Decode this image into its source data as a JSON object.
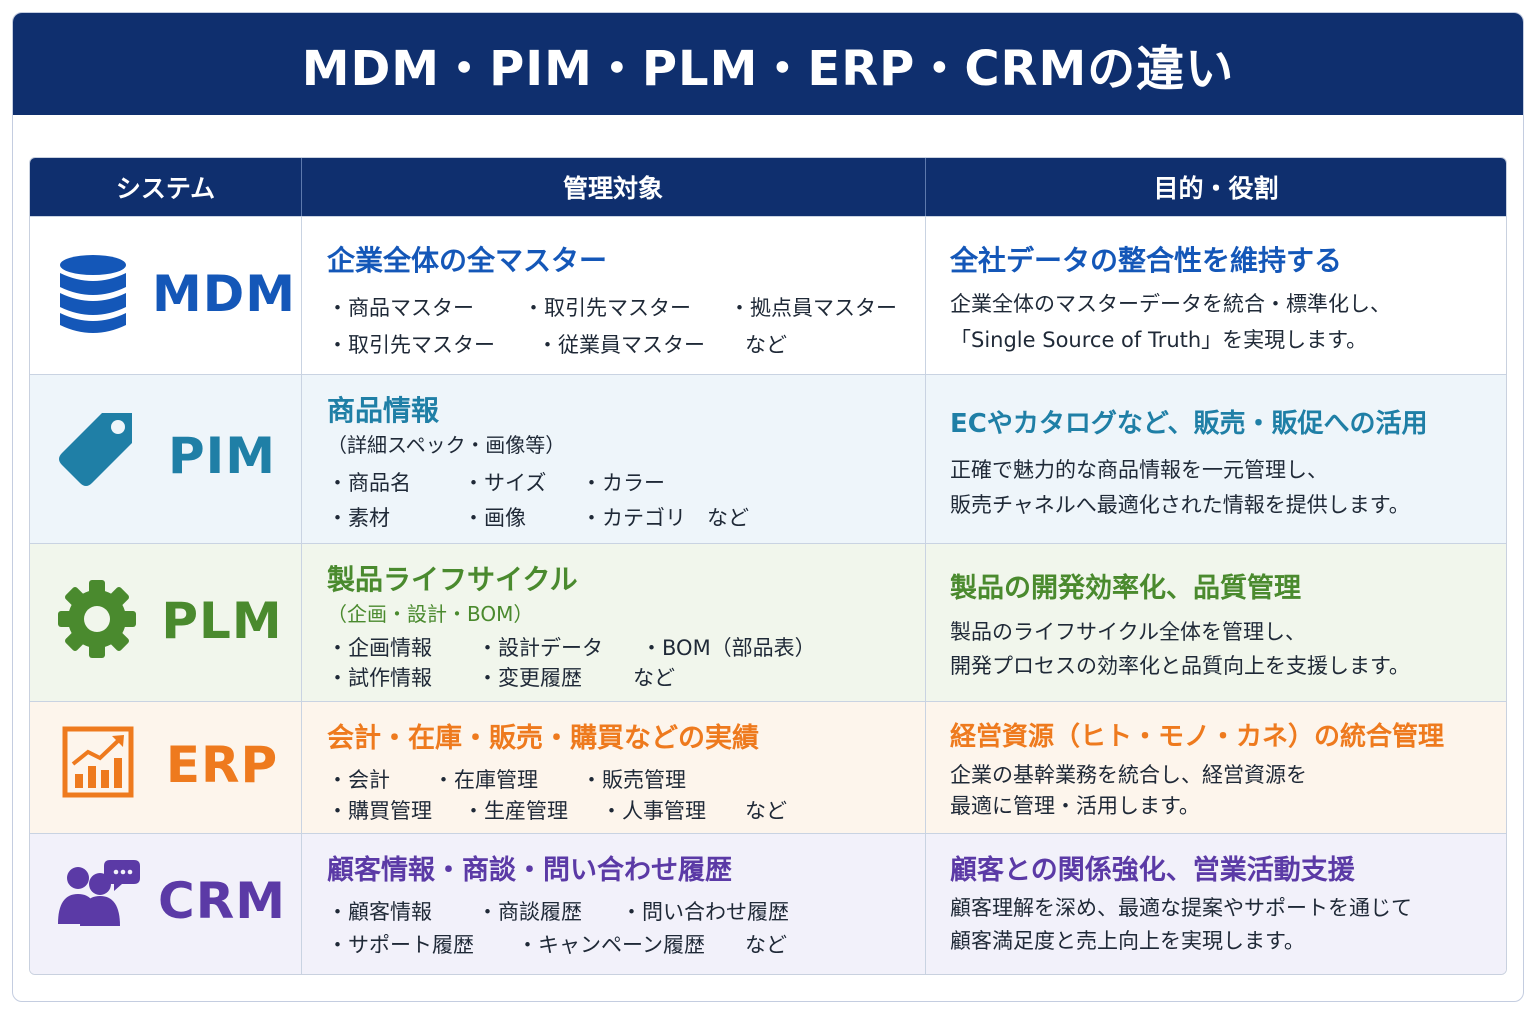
{
  "title": "MDM・PIM・PLM・ERP・CRMの違い",
  "headers": {
    "system": "システム",
    "target": "管理対象",
    "purpose": "目的・役割"
  },
  "colors": {
    "navy": "#0f2f6e",
    "mdm": "#1457b8",
    "pim": "#1f7fa6",
    "plm": "#4a8a2e",
    "erp": "#ee7a1e",
    "crm": "#5b3aa6"
  },
  "rows": {
    "mdm": {
      "icon": "database-icon",
      "name": "MDM",
      "target_title": "企業全体の全マスター",
      "items": [
        "・商品マスター",
        "・取引先マスター",
        "・拠点員マスター",
        "・取引先マスター",
        "・従業員マスター",
        "など"
      ],
      "purpose_title": "全社データの整合性を維持する",
      "purpose_lines": [
        "企業全体のマスターデータを統合・標準化し、",
        "「Single Source of Truth」を実現します。"
      ]
    },
    "pim": {
      "icon": "price-tag-icon",
      "name": "PIM",
      "target_title": "商品情報",
      "target_sub": "（詳細スペック・画像等）",
      "items": [
        "・商品名",
        "・サイズ",
        "・カラー",
        "・素材",
        "・画像",
        "・カテゴリ　など"
      ],
      "purpose_title": "ECやカタログなど、販売・販促への活用",
      "purpose_lines": [
        "正確で魅力的な商品情報を一元管理し、",
        "販売チャネルへ最適化された情報を提供します。"
      ]
    },
    "plm": {
      "icon": "gear-icon",
      "name": "PLM",
      "target_title": "製品ライフサイクル",
      "target_sub": "（企画・設計・BOM）",
      "items": [
        "・企画情報",
        "・設計データ",
        "・BOM（部品表）",
        "・試作情報",
        "・変更履歴",
        "など"
      ],
      "purpose_title": "製品の開発効率化、品質管理",
      "purpose_lines": [
        "製品のライフサイクル全体を管理し、",
        "開発プロセスの効率化と品質向上を支援します。"
      ]
    },
    "erp": {
      "icon": "growth-chart-icon",
      "name": "ERP",
      "target_title": "会計・在庫・販売・購買などの実績",
      "items": [
        "・会計",
        "・在庫管理",
        "・販売管理",
        "・購買管理",
        "・生産管理",
        "・人事管理",
        "など"
      ],
      "purpose_title": "経営資源（ヒト・モノ・カネ）の統合管理",
      "purpose_lines": [
        "企業の基幹業務を統合し、経営資源を",
        "最適に管理・活用します。"
      ]
    },
    "crm": {
      "icon": "customer-chat-icon",
      "name": "CRM",
      "target_title": "顧客情報・商談・問い合わせ履歴",
      "items": [
        "・顧客情報",
        "・商談履歴",
        "・問い合わせ履歴",
        "・サポート履歴",
        "・キャンペーン履歴",
        "など"
      ],
      "purpose_title": "顧客との関係強化、営業活動支援",
      "purpose_lines": [
        "顧客理解を深め、最適な提案やサポートを通じて",
        "顧客満足度と売上向上を実現します。"
      ]
    }
  }
}
